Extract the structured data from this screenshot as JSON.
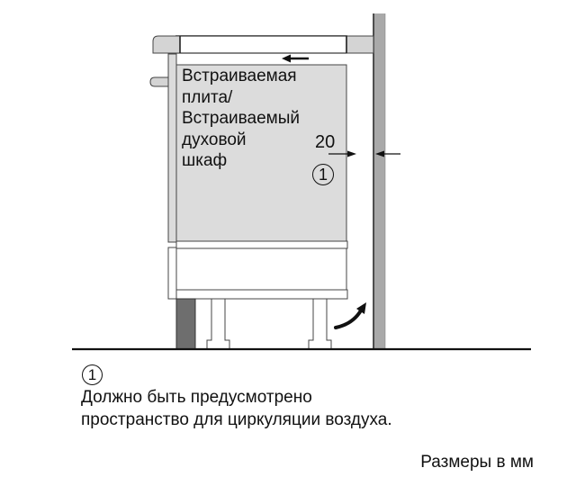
{
  "diagram": {
    "appliance_label_lines": [
      "Встраиваемая",
      "плита/",
      "Встраиваемый",
      "духовой",
      "шкаф"
    ],
    "clearance_dimension": "20",
    "marker_number": "1",
    "colors": {
      "wall": "#a9a9a9",
      "oven_body": "#dcdcdc",
      "countertop_caps": "#d4d4d4",
      "plinth": "#6e6e6e",
      "outline": "#333333",
      "floor": "#111111"
    },
    "icons": {
      "airflow_arrow": "curved-arrow-icon",
      "slide_direction_arrow": "left-arrow-icon",
      "dimension_arrows": "dimension-arrow-icon"
    }
  },
  "footnote": {
    "marker": "1",
    "lines": [
      "Должно быть предусмотрено",
      "пространство для циркуляции воздуха."
    ]
  },
  "units_note": "Размеры в мм"
}
